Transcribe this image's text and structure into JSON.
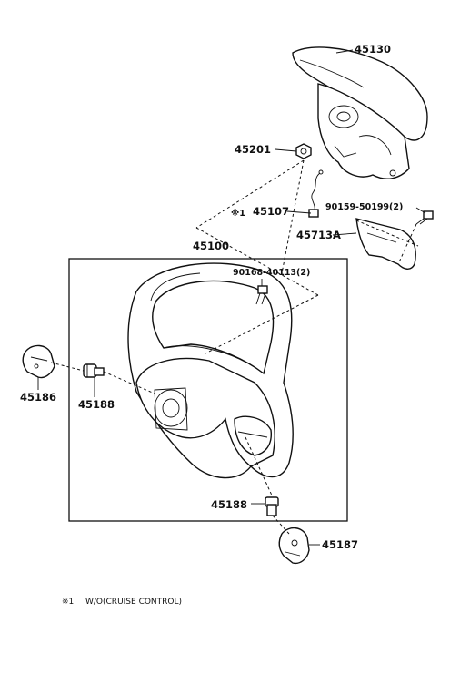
{
  "labels": {
    "p45130": "45130",
    "p45201": "45201",
    "p45107": "45107",
    "p45107_mark": "※1",
    "p90159": "90159-50199(2)",
    "p45713": "45713A",
    "p45100": "45100",
    "p90168": "90168-40113(2)",
    "p45186": "45186",
    "p45188a": "45188",
    "p45188b": "45188",
    "p45187": "45187"
  },
  "footnote": {
    "mark": "※1",
    "text": "W/O(CRUISE CONTROL)"
  }
}
